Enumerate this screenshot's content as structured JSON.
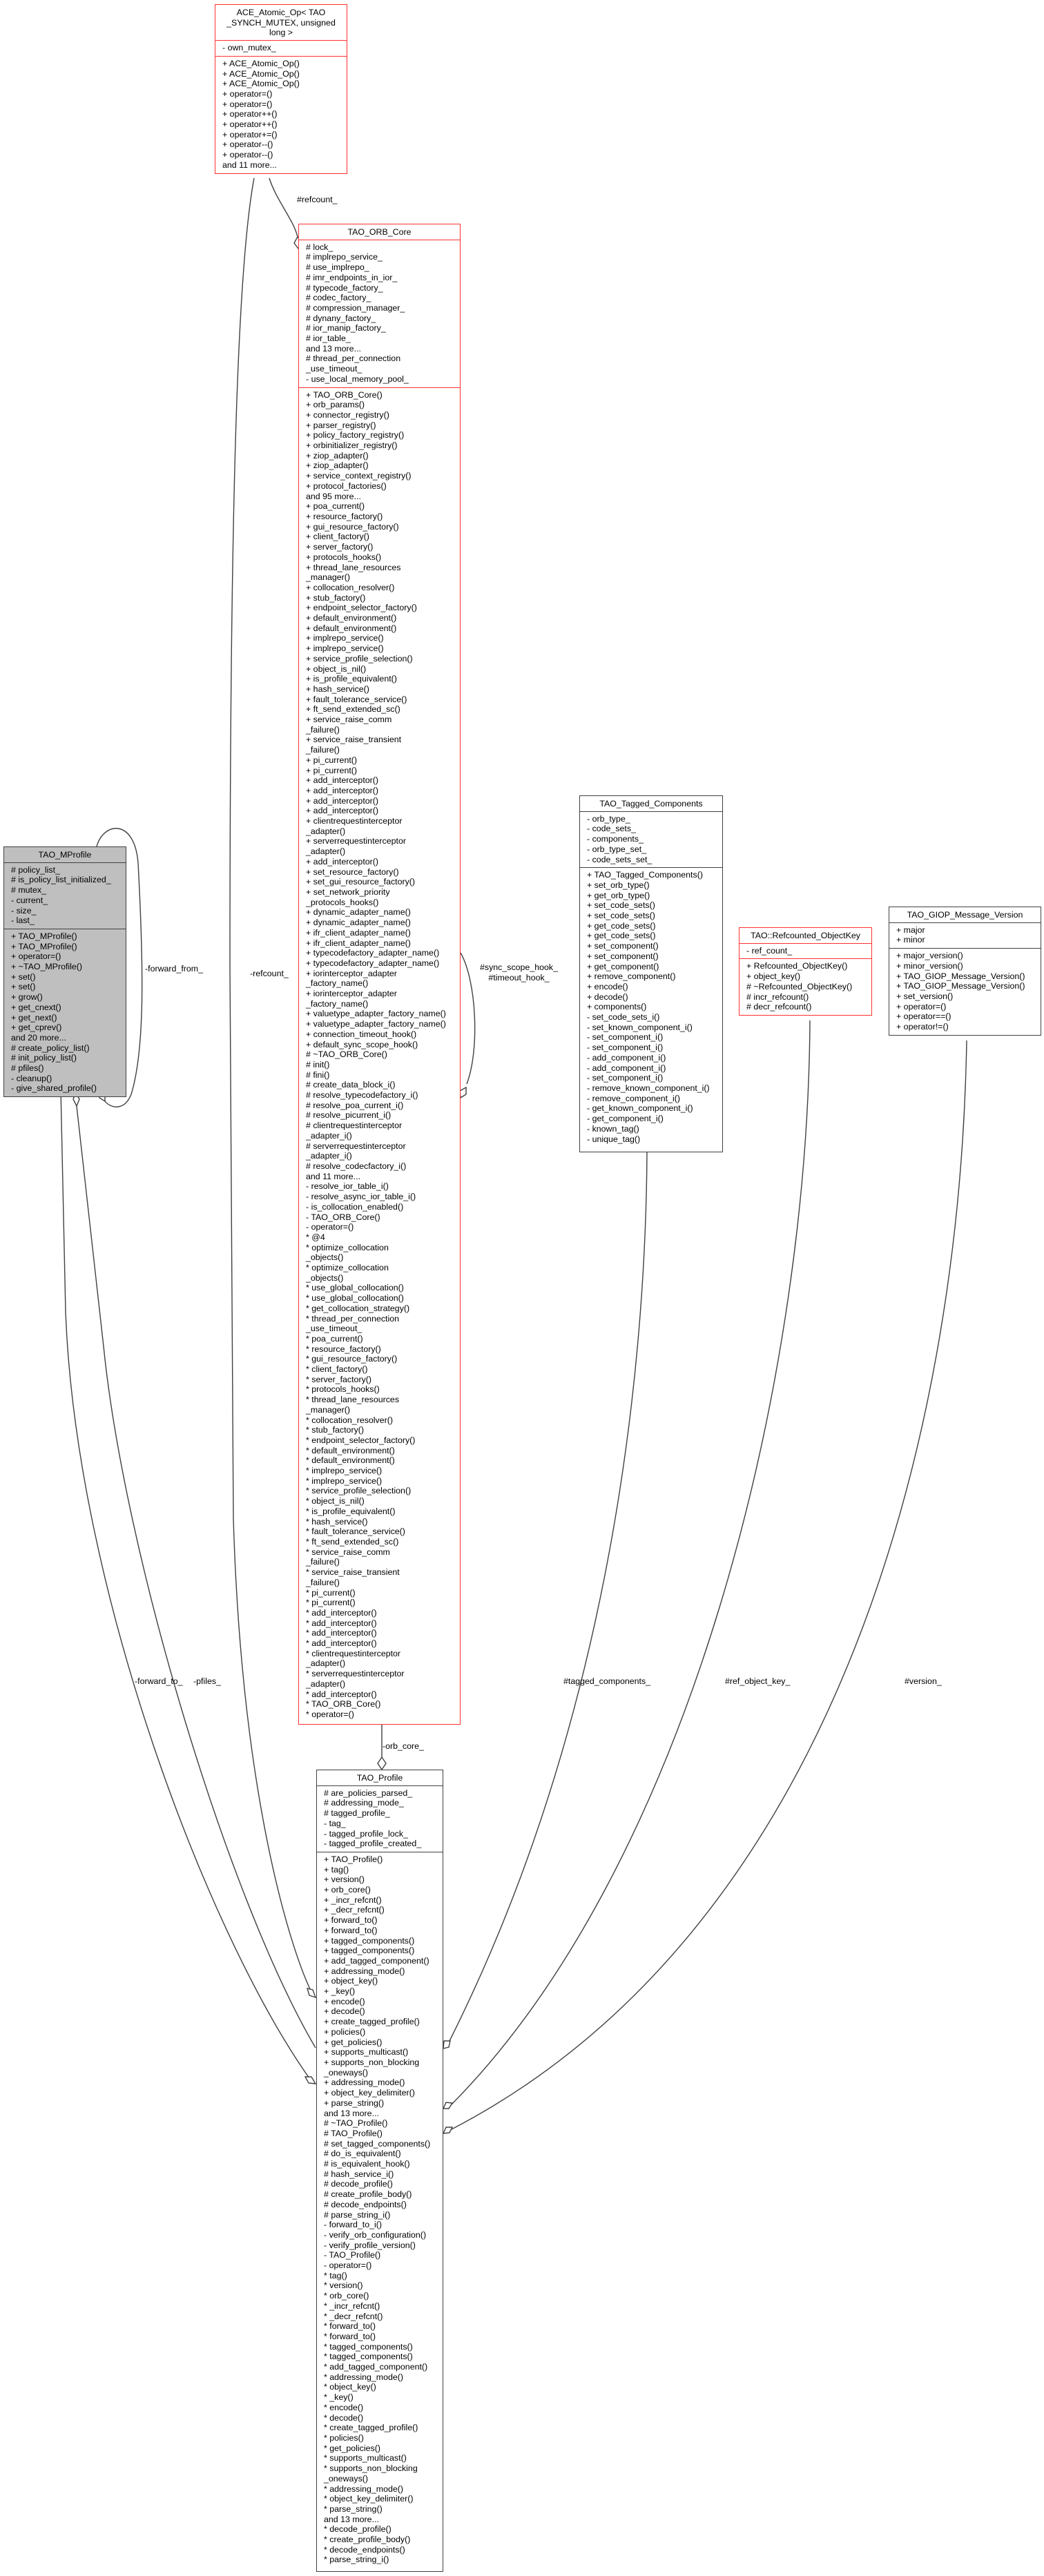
{
  "classes": {
    "ace": {
      "name": "ACE_Atomic_Op< TAO\n_SYNCH_MUTEX, unsigned\nlong >",
      "attributes": [
        "- own_mutex_"
      ],
      "methods": [
        "+ ACE_Atomic_Op()",
        "+ ACE_Atomic_Op()",
        "+ ACE_Atomic_Op()",
        "+ operator=()",
        "+ operator=()",
        "+ operator++()",
        "+ operator++()",
        "+ operator+=()",
        "+ operator--()",
        "+ operator--()",
        "and 11 more..."
      ]
    },
    "orb": {
      "name": "TAO_ORB_Core",
      "attributes": [
        "# lock_",
        "# implrepo_service_",
        "# use_implrepo_",
        "# imr_endpoints_in_ior_",
        "# typecode_factory_",
        "# codec_factory_",
        "# compression_manager_",
        "# dynany_factory_",
        "# ior_manip_factory_",
        "# ior_table_",
        "and 13 more...",
        "# thread_per_connection\n_use_timeout_",
        "- use_local_memory_pool_"
      ],
      "methods": [
        "+ TAO_ORB_Core()",
        "+ orb_params()",
        "+ connector_registry()",
        "+ parser_registry()",
        "+ policy_factory_registry()",
        "+ orbinitializer_registry()",
        "+ ziop_adapter()",
        "+ ziop_adapter()",
        "+ service_context_registry()",
        "+ protocol_factories()",
        "and 95 more...",
        "+ poa_current()",
        "+ resource_factory()",
        "+ gui_resource_factory()",
        "+ client_factory()",
        "+ server_factory()",
        "+ protocols_hooks()",
        "+ thread_lane_resources\n_manager()",
        "+ collocation_resolver()",
        "+ stub_factory()",
        "+ endpoint_selector_factory()",
        "+ default_environment()",
        "+ default_environment()",
        "+ implrepo_service()",
        "+ implrepo_service()",
        "+ service_profile_selection()",
        "+ object_is_nil()",
        "+ is_profile_equivalent()",
        "+ hash_service()",
        "+ fault_tolerance_service()",
        "+ ft_send_extended_sc()",
        "+ service_raise_comm\n_failure()",
        "+ service_raise_transient\n_failure()",
        "+ pi_current()",
        "+ pi_current()",
        "+ add_interceptor()",
        "+ add_interceptor()",
        "+ add_interceptor()",
        "+ add_interceptor()",
        "+ clientrequestinterceptor\n_adapter()",
        "+ serverrequestinterceptor\n_adapter()",
        "+ add_interceptor()",
        "+ set_resource_factory()",
        "+ set_gui_resource_factory()",
        "+ set_network_priority\n_protocols_hooks()",
        "+ dynamic_adapter_name()",
        "+ dynamic_adapter_name()",
        "+ ifr_client_adapter_name()",
        "+ ifr_client_adapter_name()",
        "+ typecodefactory_adapter_name()",
        "+ typecodefactory_adapter_name()",
        "+ iorinterceptor_adapter\n_factory_name()",
        "+ iorinterceptor_adapter\n_factory_name()",
        "+ valuetype_adapter_factory_name()",
        "+ valuetype_adapter_factory_name()",
        "+ connection_timeout_hook()",
        "+ default_sync_scope_hook()",
        "# ~TAO_ORB_Core()",
        "# init()",
        "# fini()",
        "# create_data_block_i()",
        "# resolve_typecodefactory_i()",
        "# resolve_poa_current_i()",
        "# resolve_picurrent_i()",
        "# clientrequestinterceptor\n_adapter_i()",
        "# serverrequestinterceptor\n_adapter_i()",
        "# resolve_codecfactory_i()",
        "and 11 more...",
        "- resolve_ior_table_i()",
        "- resolve_async_ior_table_i()",
        "- is_collocation_enabled()",
        "- TAO_ORB_Core()",
        "- operator=()",
        "* @4",
        "* optimize_collocation\n_objects()",
        "* optimize_collocation\n_objects()",
        "* use_global_collocation()",
        "* use_global_collocation()",
        "* get_collocation_strategy()",
        "* thread_per_connection\n_use_timeout_",
        "* poa_current()",
        "* resource_factory()",
        "* gui_resource_factory()",
        "* client_factory()",
        "* server_factory()",
        "* protocols_hooks()",
        "* thread_lane_resources\n_manager()",
        "* collocation_resolver()",
        "* stub_factory()",
        "* endpoint_selector_factory()",
        "* default_environment()",
        "* default_environment()",
        "* implrepo_service()",
        "* implrepo_service()",
        "* service_profile_selection()",
        "* object_is_nil()",
        "* is_profile_equivalent()",
        "* hash_service()",
        "* fault_tolerance_service()",
        "* ft_send_extended_sc()",
        "* service_raise_comm\n_failure()",
        "* service_raise_transient\n_failure()",
        "* pi_current()",
        "* pi_current()",
        "* add_interceptor()",
        "* add_interceptor()",
        "* add_interceptor()",
        "* add_interceptor()",
        "* clientrequestinterceptor\n_adapter()",
        "* serverrequestinterceptor\n_adapter()",
        "* add_interceptor()",
        "* TAO_ORB_Core()",
        "* operator=()"
      ]
    },
    "mprof": {
      "name": "TAO_MProfile",
      "attributes": [
        "# policy_list_",
        "# is_policy_list_initialized_",
        "# mutex_",
        "- current_",
        "- size_",
        "- last_"
      ],
      "methods": [
        "+ TAO_MProfile()",
        "+ TAO_MProfile()",
        "+ operator=()",
        "+ ~TAO_MProfile()",
        "+ set()",
        "+ set()",
        "+ grow()",
        "+ get_cnext()",
        "+ get_next()",
        "+ get_cprev()",
        "and 20 more...",
        "# create_policy_list()",
        "# init_policy_list()",
        "# pfiles()",
        "- cleanup()",
        "- give_shared_profile()"
      ]
    },
    "tag": {
      "name": "TAO_Tagged_Components",
      "attributes": [
        "- orb_type_",
        "- code_sets_",
        "- components_",
        "- orb_type_set_",
        "- code_sets_set_"
      ],
      "methods": [
        "+ TAO_Tagged_Components()",
        "+ set_orb_type()",
        "+ get_orb_type()",
        "+ set_code_sets()",
        "+ set_code_sets()",
        "+ get_code_sets()",
        "+ get_code_sets()",
        "+ set_component()",
        "+ set_component()",
        "+ get_component()",
        "+ remove_component()",
        "+ encode()",
        "+ decode()",
        "+ components()",
        "- set_code_sets_i()",
        "- set_known_component_i()",
        "- set_component_i()",
        "- set_component_i()",
        "- add_component_i()",
        "- add_component_i()",
        "- set_component_i()",
        "- remove_known_component_i()",
        "- remove_component_i()",
        "- get_known_component_i()",
        "- get_component_i()",
        "- known_tag()",
        "- unique_tag()"
      ]
    },
    "ref": {
      "name": "TAO::Refcounted_ObjectKey",
      "attributes": [
        "- ref_count_"
      ],
      "methods": [
        "+ Refcounted_ObjectKey()",
        "+ object_key()",
        "# ~Refcounted_ObjectKey()",
        "# incr_refcount()",
        "# decr_refcount()"
      ]
    },
    "giop": {
      "name": "TAO_GIOP_Message_Version",
      "attributes": [
        "+ major",
        "+ minor"
      ],
      "methods": [
        "+ major_version()",
        "+ minor_version()",
        "+ TAO_GIOP_Message_Version()",
        "+ TAO_GIOP_Message_Version()",
        "+ set_version()",
        "+ operator=()",
        "+ operator==()",
        "+ operator!=()"
      ]
    },
    "prof": {
      "name": "TAO_Profile",
      "attributes": [
        "# are_policies_parsed_",
        "# addressing_mode_",
        "# tagged_profile_",
        "- tag_",
        "- tagged_profile_lock_",
        "- tagged_profile_created_"
      ],
      "methods": [
        "+ TAO_Profile()",
        "+ tag()",
        "+ version()",
        "+ orb_core()",
        "+ _incr_refcnt()",
        "+ _decr_refcnt()",
        "+ forward_to()",
        "+ forward_to()",
        "+ tagged_components()",
        "+ tagged_components()",
        "+ add_tagged_component()",
        "+ addressing_mode()",
        "+ object_key()",
        "+ _key()",
        "+ encode()",
        "+ decode()",
        "+ create_tagged_profile()",
        "+ policies()",
        "+ get_policies()",
        "+ supports_multicast()",
        "+ supports_non_blocking\n_oneways()",
        "+ addressing_mode()",
        "+ object_key_delimiter()",
        "+ parse_string()",
        "and 13 more...",
        "# ~TAO_Profile()",
        "# TAO_Profile()",
        "# set_tagged_components()",
        "# do_is_equivalent()",
        "# is_equivalent_hook()",
        "# hash_service_i()",
        "# decode_profile()",
        "# create_profile_body()",
        "# decode_endpoints()",
        "# parse_string_i()",
        "- forward_to_i()",
        "- verify_orb_configuration()",
        "- verify_profile_version()",
        "- TAO_Profile()",
        "- operator=()",
        "* tag()",
        "* version()",
        "* orb_core()",
        "* _incr_refcnt()",
        "* _decr_refcnt()",
        "* forward_to()",
        "* forward_to()",
        "* tagged_components()",
        "* tagged_components()",
        "* add_tagged_component()",
        "* addressing_mode()",
        "* object_key()",
        "* _key()",
        "* encode()",
        "* decode()",
        "* create_tagged_profile()",
        "* policies()",
        "* get_policies()",
        "* supports_multicast()",
        "* supports_non_blocking\n_oneways()",
        "* addressing_mode()",
        "* object_key_delimiter()",
        "* parse_string()",
        "and 13 more...",
        "* decode_profile()",
        "* create_profile_body()",
        "* decode_endpoints()",
        "* parse_string_i()"
      ]
    }
  },
  "edges": {
    "refcount_protected": "#refcount_",
    "refcount_private": "-refcount_",
    "hooks": "#sync_scope_hook_\n#timeout_hook_",
    "forward_from": "-forward_from_",
    "forward_to": "-forward_to_",
    "pfiles": "-pfiles_",
    "orb_core": "-orb_core_",
    "tagged_components": "#tagged_components_",
    "ref_object_key": "#ref_object_key_",
    "version": "#version_"
  },
  "colors": {
    "highlight_border": "#ff3030",
    "normal_border": "#404040",
    "focus_fill": "#bfbfbf"
  }
}
